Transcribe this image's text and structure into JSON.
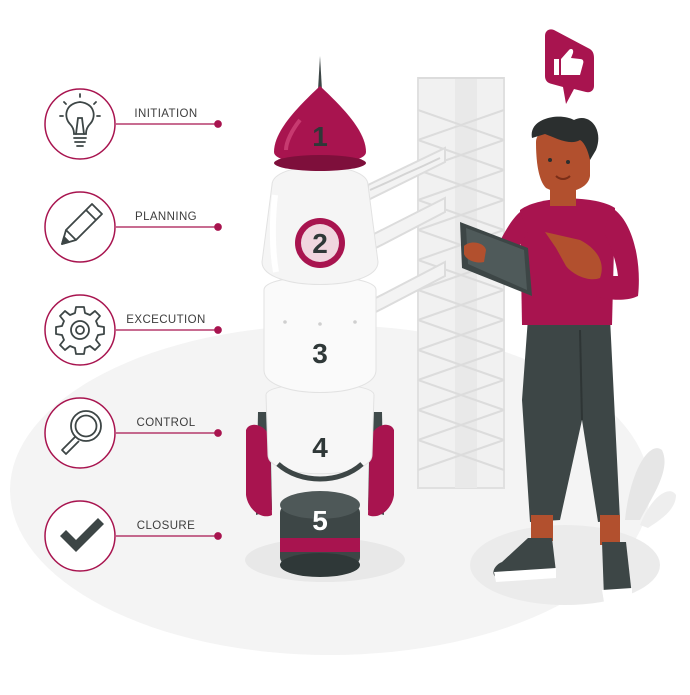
{
  "steps": [
    {
      "label": "INITIATION",
      "icon": "lightbulb-icon"
    },
    {
      "label": "PLANNING",
      "icon": "pencil-icon"
    },
    {
      "label": "EXCECUTION",
      "icon": "gear-icon"
    },
    {
      "label": "CONTROL",
      "icon": "magnifier-icon"
    },
    {
      "label": "CLOSURE",
      "icon": "checkmark-icon"
    }
  ],
  "rocket_stages": [
    "1",
    "2",
    "3",
    "4",
    "5"
  ],
  "badge_icon": "thumbs-up-icon",
  "colors": {
    "accent": "#a8144f",
    "accent_dark": "#7e0f3b",
    "gray_dark": "#3d4646",
    "gray_light": "#eeeeee",
    "skin": "#b2502e"
  }
}
